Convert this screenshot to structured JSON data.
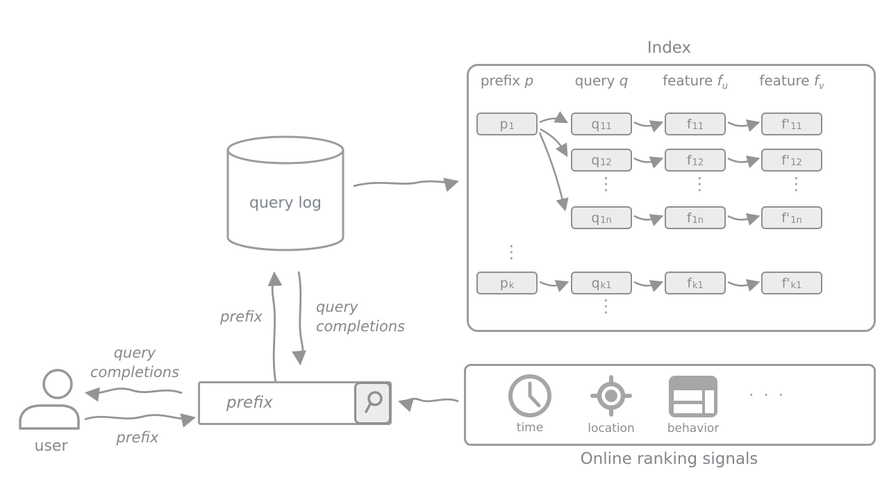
{
  "palette": {
    "stroke": "#949494",
    "panel_border": "#9b9b9b",
    "node_fill": "#ececec",
    "text": "#85888b",
    "icon_gray": "#a6a6a6"
  },
  "index": {
    "title": "Index",
    "vdots": "⋮",
    "headers": [
      {
        "label": "prefix ",
        "symbol": "p",
        "sub": ""
      },
      {
        "label": "query ",
        "symbol": "q",
        "sub": ""
      },
      {
        "label": "feature ",
        "symbol": "f",
        "sub": "u"
      },
      {
        "label": "feature ",
        "symbol": "f",
        "sub": "v"
      }
    ],
    "nodes": {
      "p1": {
        "base": "p",
        "sub": "1"
      },
      "q11": {
        "base": "q",
        "sub": "11"
      },
      "f11": {
        "base": "f",
        "sub": "11"
      },
      "fp11": {
        "base": "f'",
        "sub": "11"
      },
      "q12": {
        "base": "q",
        "sub": "12"
      },
      "f12": {
        "base": "f",
        "sub": "12"
      },
      "fp12": {
        "base": "f'",
        "sub": "12"
      },
      "q1n": {
        "base": "q",
        "sub": "1n"
      },
      "f1n": {
        "base": "f",
        "sub": "1n"
      },
      "fp1n": {
        "base": "f'",
        "sub": "1n"
      },
      "pk": {
        "base": "p",
        "sub": "k"
      },
      "qk1": {
        "base": "q",
        "sub": "k1"
      },
      "fk1": {
        "base": "f",
        "sub": "k1"
      },
      "fpk1": {
        "base": "f'",
        "sub": "k1"
      }
    }
  },
  "query_log": {
    "label": "query log"
  },
  "flow_labels": {
    "prefix_up": "prefix",
    "completions_down_line1": "query",
    "completions_down_line2": "completions",
    "user_completions_line1": "query",
    "user_completions_line2": "completions",
    "user_prefix": "prefix"
  },
  "user": {
    "label": "user"
  },
  "search_box": {
    "value": "prefix",
    "icon": "magnifier-icon"
  },
  "signals": {
    "caption": "Online ranking signals",
    "items": [
      {
        "label": "time",
        "icon": "clock-icon"
      },
      {
        "label": "location",
        "icon": "location-icon"
      },
      {
        "label": "behavior",
        "icon": "behavior-icon"
      }
    ],
    "more": ". . ."
  }
}
